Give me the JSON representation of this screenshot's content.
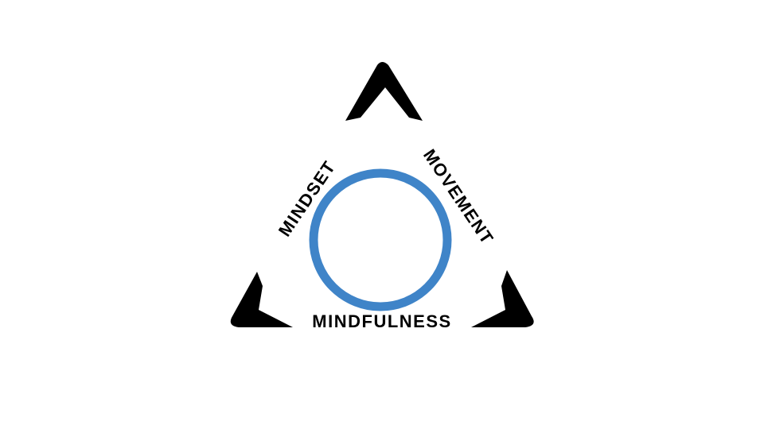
{
  "diagram": {
    "labels": {
      "left": "MINDSET",
      "right": "MOVEMENT",
      "bottom": "MINDFULNESS"
    },
    "colors": {
      "corner": "#000000",
      "ring": "#3f84c8",
      "text": "#000000",
      "background": "#ffffff"
    }
  }
}
